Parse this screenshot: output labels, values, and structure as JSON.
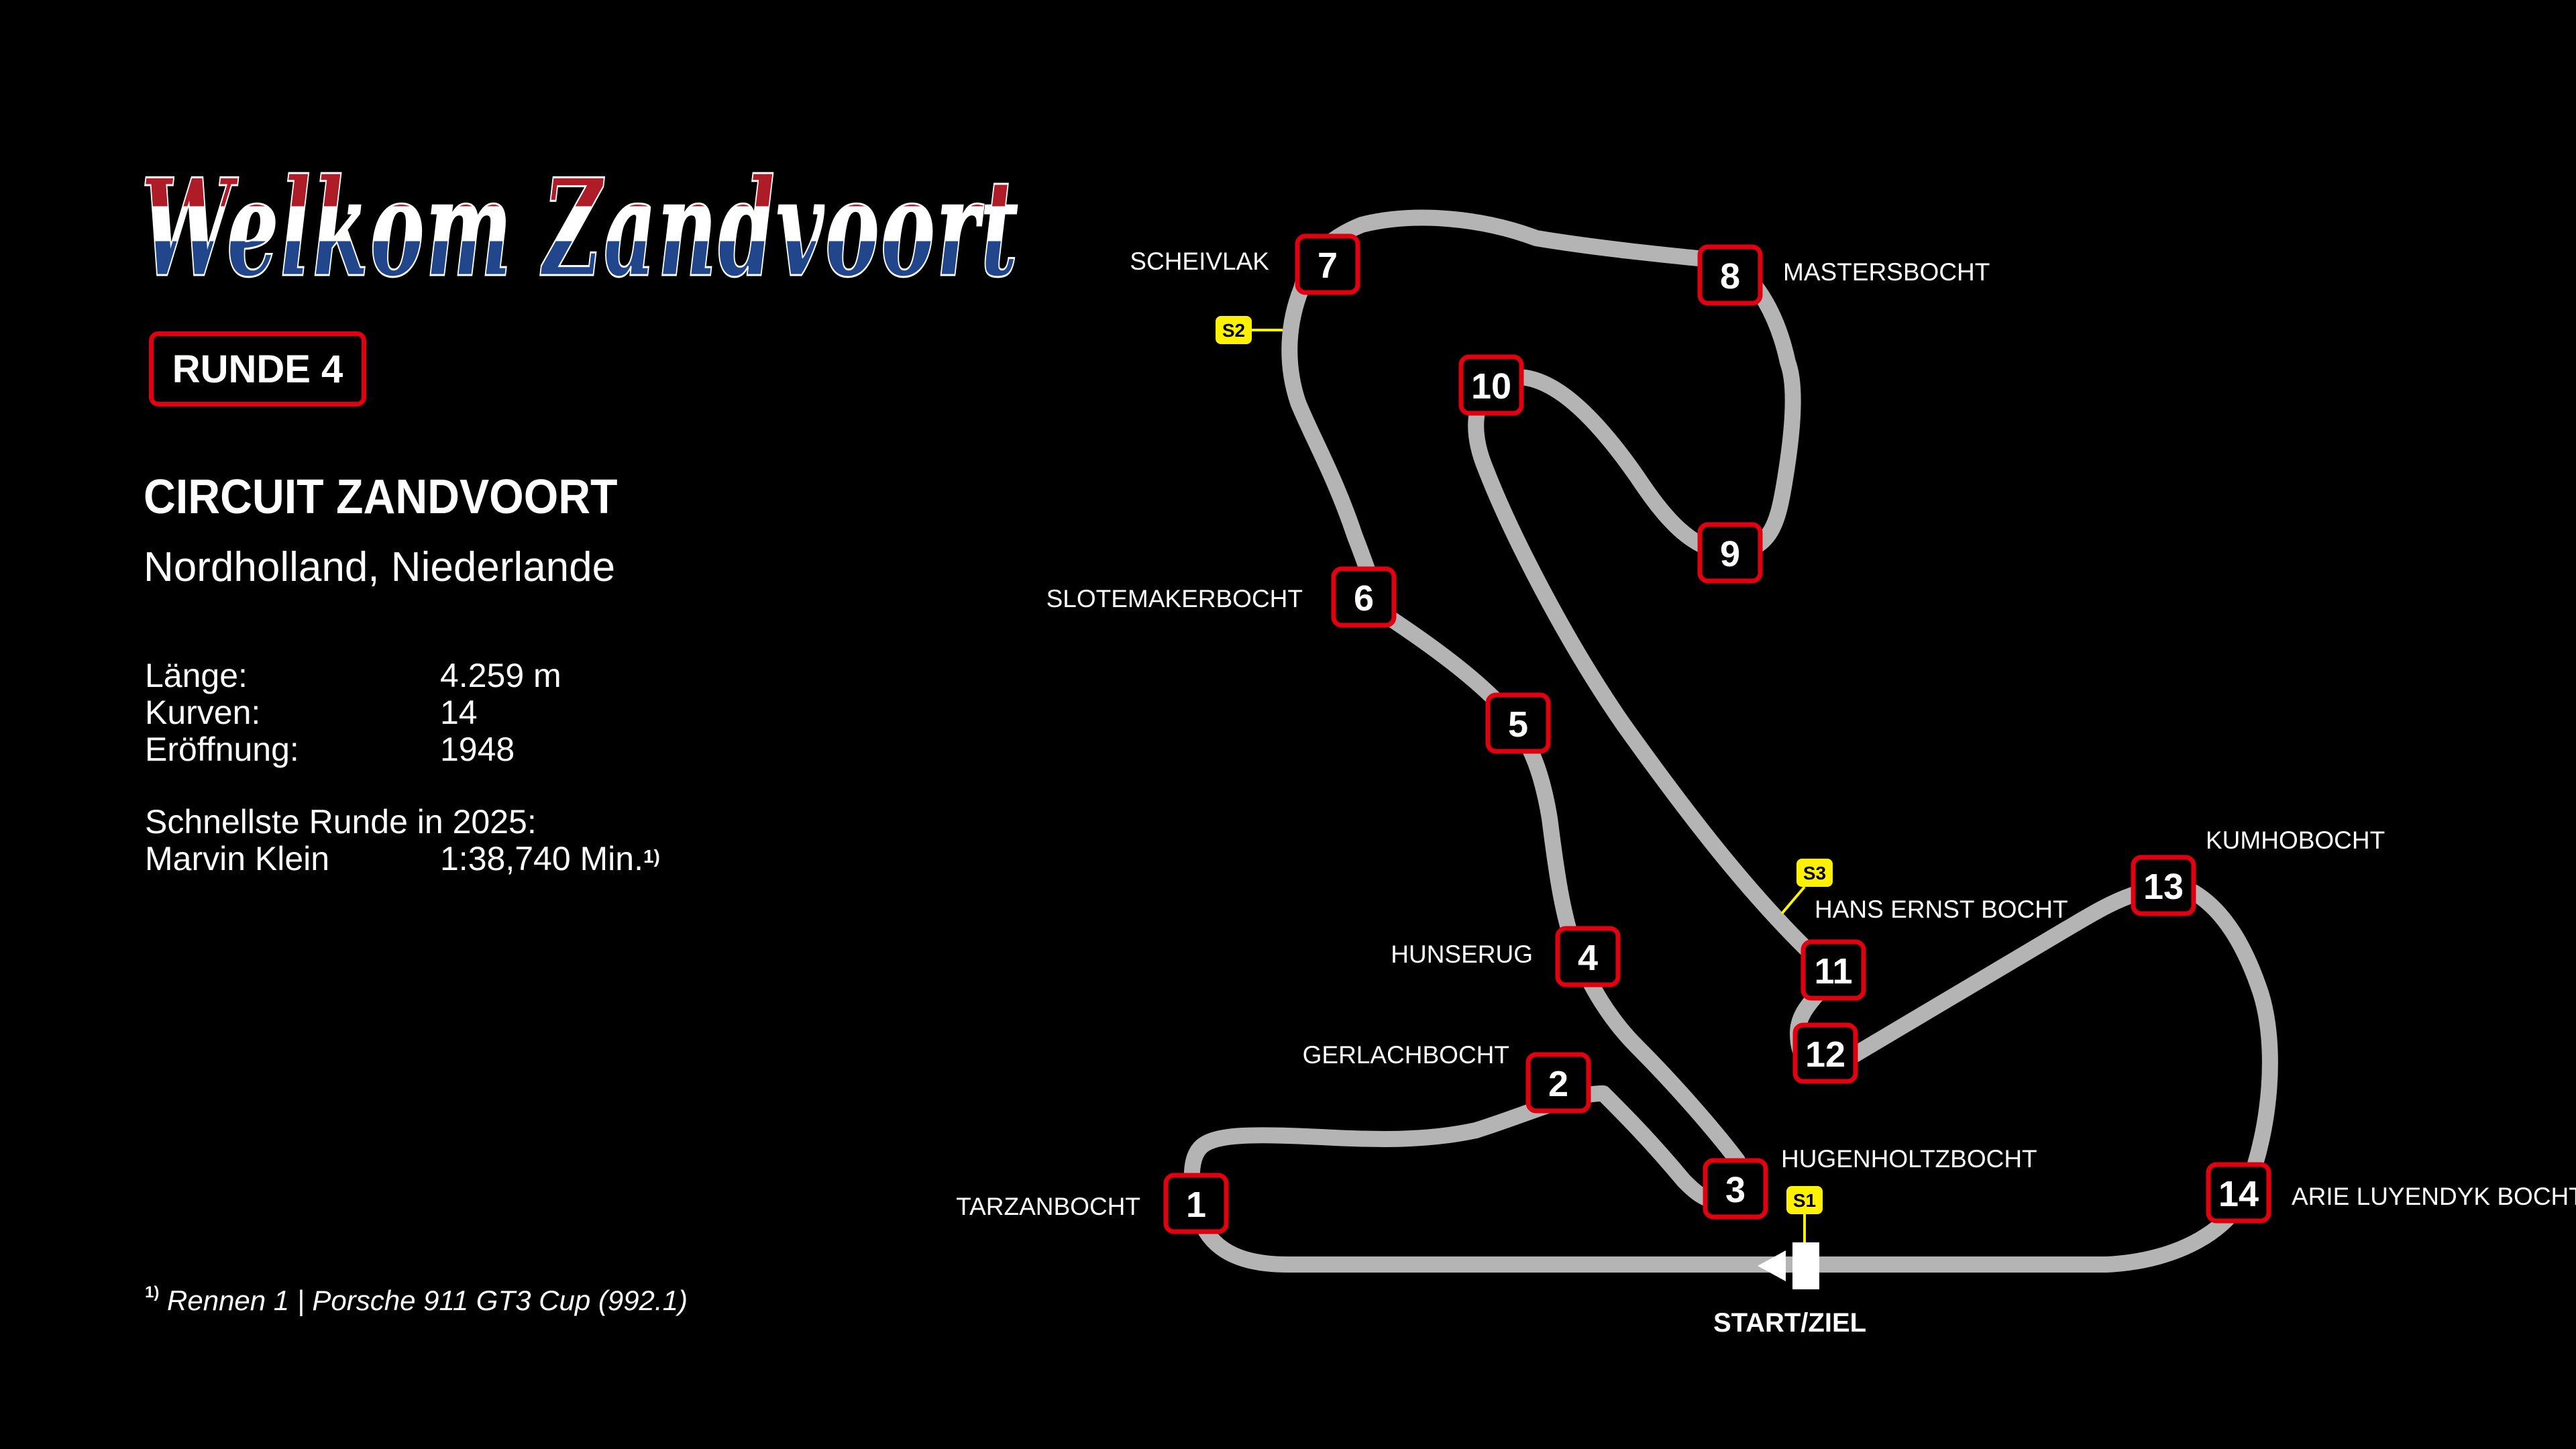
{
  "header": {
    "title": "Welkom Zandvoort",
    "round_label": "RUNDE 4"
  },
  "circuit": {
    "name": "CIRCUIT ZANDVOORT",
    "region": "Nordholland, Niederlande",
    "stats": [
      {
        "label": "Länge:",
        "value": "4.259 m"
      },
      {
        "label": "Kurven:",
        "value": "14"
      },
      {
        "label": "Eröffnung:",
        "value": "1948"
      }
    ],
    "fastest_lap_heading": "Schnellste Runde in 2025:",
    "fastest_lap_driver": "Marvin Klein",
    "fastest_lap_time": "1:38,740 Min.",
    "fastest_lap_note_marker": "1)"
  },
  "footnote": {
    "marker": "1)",
    "text": "Rennen 1 |  Porsche 911 GT3 Cup (992.1)"
  },
  "map": {
    "start_finish_label": "START/ZIEL",
    "turns": [
      {
        "number": "1",
        "name": "TARZANBOCHT"
      },
      {
        "number": "2",
        "name": "GERLACHBOCHT"
      },
      {
        "number": "3",
        "name": "HUGENHOLTZBOCHT"
      },
      {
        "number": "4",
        "name": "HUNSERUG"
      },
      {
        "number": "5",
        "name": ""
      },
      {
        "number": "6",
        "name": "SLOTEMAKERBOCHT"
      },
      {
        "number": "7",
        "name": "SCHEIVLAK"
      },
      {
        "number": "8",
        "name": "MASTERSBOCHT"
      },
      {
        "number": "9",
        "name": ""
      },
      {
        "number": "10",
        "name": ""
      },
      {
        "number": "11",
        "name": "HANS ERNST BOCHT"
      },
      {
        "number": "12",
        "name": ""
      },
      {
        "number": "13",
        "name": "KUMHOBOCHT"
      },
      {
        "number": "14",
        "name": "ARIE LUYENDYK BOCHT"
      }
    ],
    "sectors": [
      "S1",
      "S2",
      "S3"
    ]
  },
  "colors": {
    "background": "#000000",
    "accent_red": "#e1000f",
    "track": "#b4b4b4",
    "sector_yellow": "#fff200",
    "flag_red": "#ae1c28",
    "flag_white": "#ffffff",
    "flag_blue": "#21468b"
  }
}
